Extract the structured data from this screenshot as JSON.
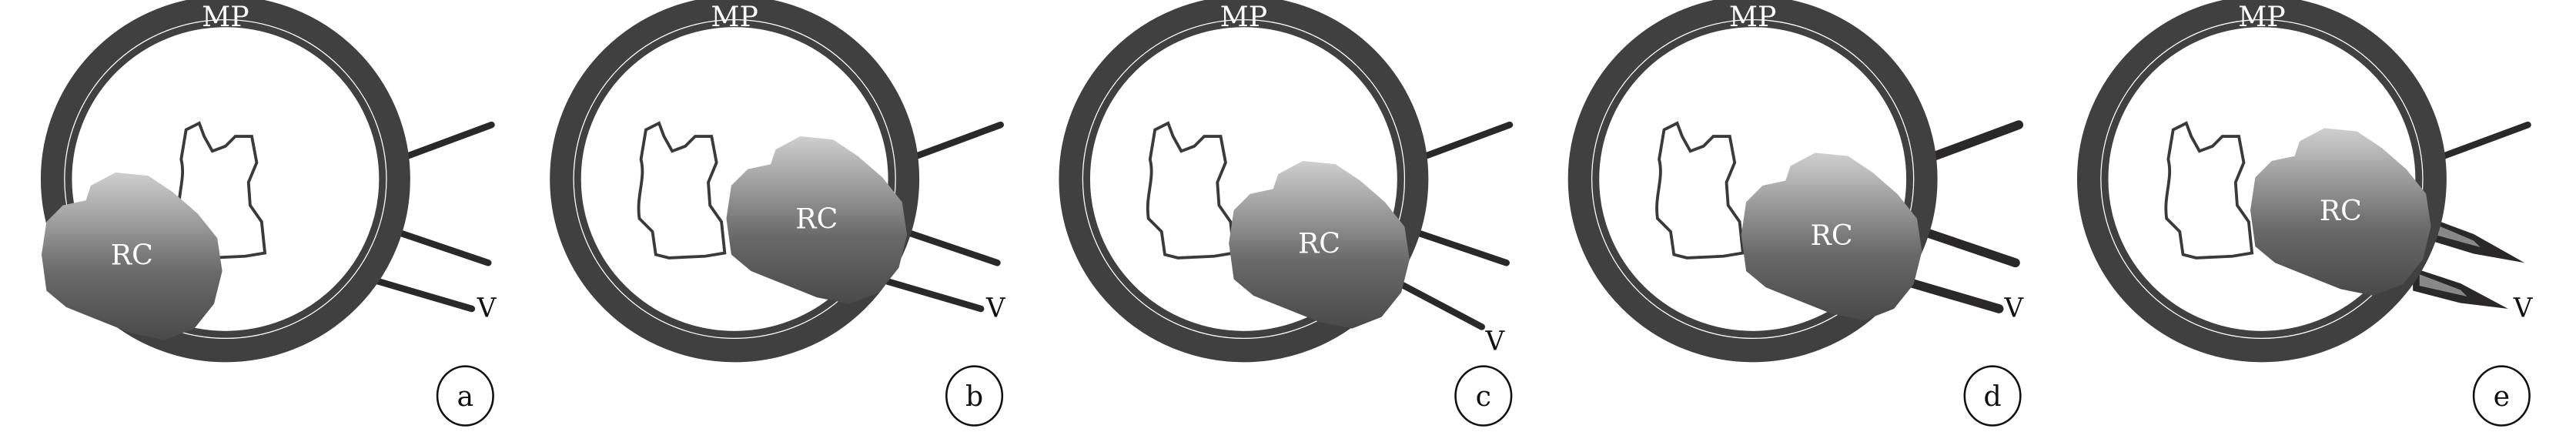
{
  "colors": {
    "ring": "#404040",
    "line": "#2a2828",
    "rc_top": "#cfcfcf",
    "rc_bottom": "#4a494a",
    "outline": "#3a3a3a"
  },
  "panels": [
    {
      "letter": "a",
      "mp_label": "MP",
      "rc_label": "RC",
      "v_label": "V",
      "stage": "rc-left"
    },
    {
      "letter": "b",
      "mp_label": "MP",
      "rc_label": "RC",
      "v_label": "V",
      "stage": "rc-migrating"
    },
    {
      "letter": "c",
      "mp_label": "MP",
      "rc_label": "RC",
      "v_label": "V",
      "stage": "vessel-deflected"
    },
    {
      "letter": "d",
      "mp_label": "MP",
      "rc_label": "RC",
      "v_label": "V",
      "stage": "vessel-thickened"
    },
    {
      "letter": "e",
      "mp_label": "MP",
      "rc_label": "RC",
      "v_label": "V",
      "stage": "vessel-invaded"
    }
  ]
}
